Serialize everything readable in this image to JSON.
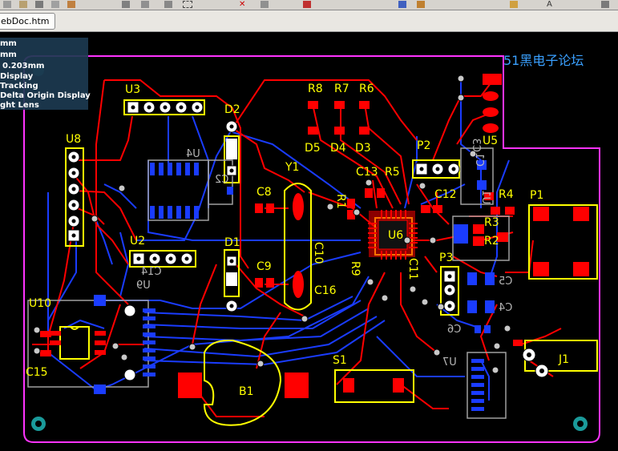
{
  "window": {
    "doc_tab": "ebDoc.htm"
  },
  "hud": {
    "lines": [
      "mm",
      "mm",
      "0.203mm",
      "Display",
      "Tracking",
      "Delta Origin Display",
      "ght Lens"
    ]
  },
  "watermark": "51黑电子论坛",
  "colors": {
    "board_background": "#000000",
    "top_layer": "#ff0000",
    "bottom_layer": "#1a3cff",
    "silkscreen": "#ffff00",
    "bottom_overlay": "#a0a0a0",
    "board_outline": "#ff33ff",
    "via": "#c8c8c8",
    "hud_background": "#1c3a50",
    "watermark": "#3aa0ff",
    "toolbar": "#d6d3ce"
  },
  "toolbar_icons": [
    "new-icon",
    "open-icon",
    "save-icon",
    "print-icon",
    "zoom-icon",
    "copy-icon",
    "paste-icon",
    "select-icon",
    "move-icon",
    "cross-icon",
    "undo-icon",
    "route-icon",
    "pad-icon",
    "text-icon",
    "fill-icon",
    "component-icon",
    "highlight-icon"
  ],
  "labels": {
    "top": {
      "U3": "U3",
      "U8": "U8",
      "U2": "U2",
      "U10": "U10",
      "C15": "C15",
      "D2": "D2",
      "D1": "D1",
      "C8": "C8",
      "C9": "C9",
      "Y1": "Y1",
      "C10": "C10",
      "C16": "C16",
      "R8": "R8",
      "R7": "R7",
      "R6": "R6",
      "D5": "D5",
      "D4": "D4",
      "D3": "D3",
      "C13": "C13",
      "R5": "R5",
      "R1": "R1",
      "R9": "R9",
      "U6": "U6",
      "C11": "C11",
      "P2": "P2",
      "C12": "C12",
      "P3": "P3",
      "R4": "R4",
      "R3": "R3",
      "R2": "R2",
      "U5": "U5",
      "P1": "P1",
      "S1": "S1",
      "B1": "B1",
      "J1": "J1"
    },
    "bottom": {
      "U4": "U4",
      "C2": "C2",
      "C14": "C14",
      "U9": "U9",
      "C3": "C3",
      "C1": "C1",
      "U1": "U1",
      "C5": "C5",
      "C4": "C4",
      "C6": "C6",
      "U7": "U7"
    }
  }
}
